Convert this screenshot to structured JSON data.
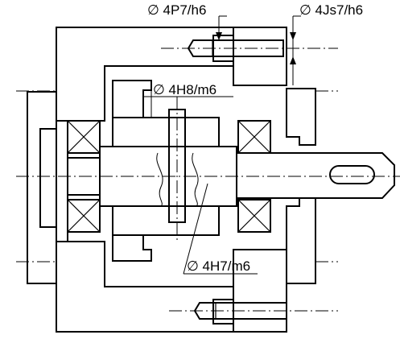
{
  "fits": [
    {
      "diameter": "∅",
      "spec": "4P7/h6"
    },
    {
      "diameter": "∅",
      "spec": "4Js7/h6"
    },
    {
      "diameter": "∅",
      "spec": "4H8/m6"
    },
    {
      "diameter": "∅",
      "spec": "4H7/m6"
    }
  ]
}
